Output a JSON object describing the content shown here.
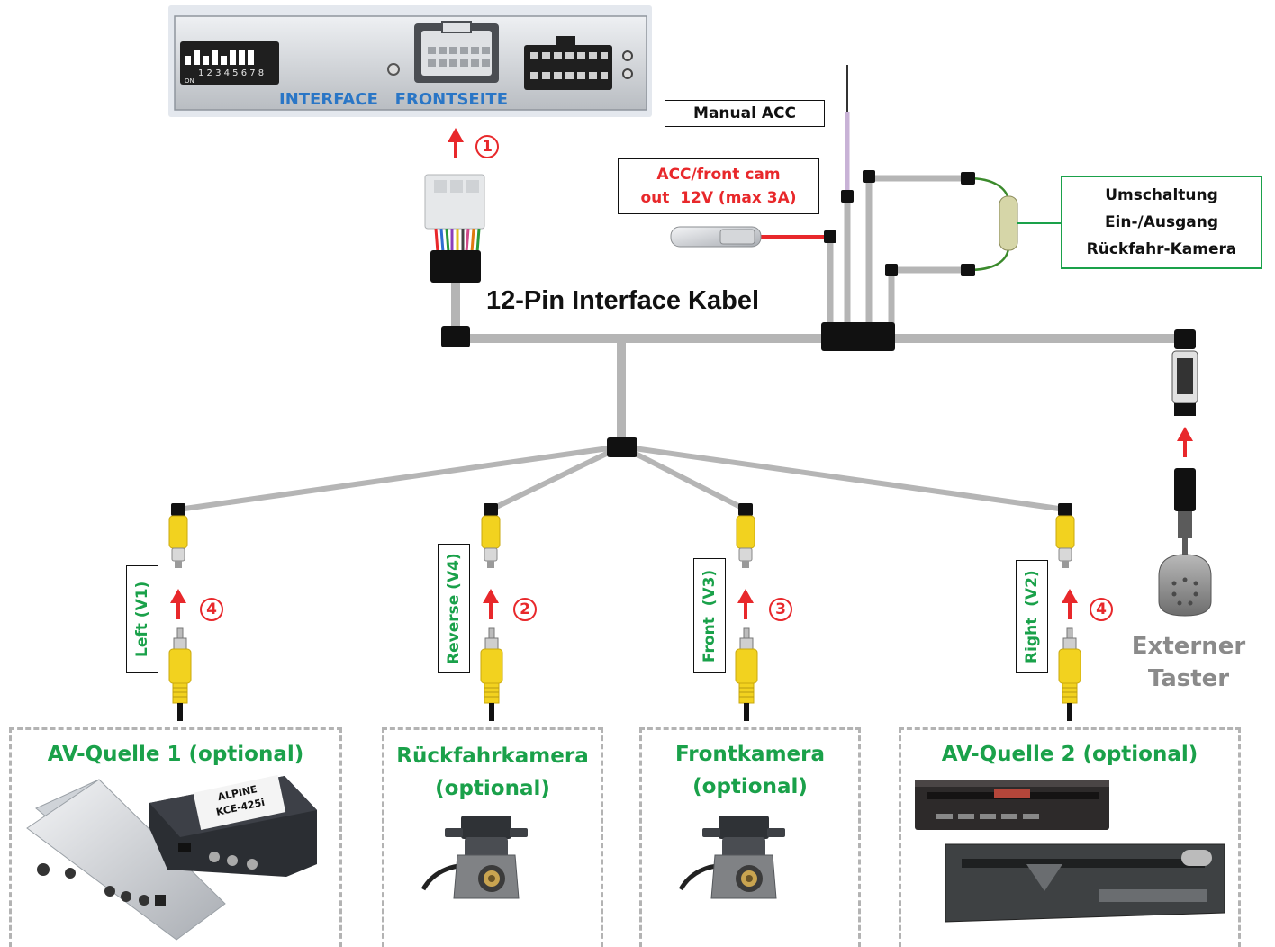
{
  "interface": {
    "label": "INTERFACE   FRONTSEITE",
    "dip_numbers": "1 2 3 4 5 6 7 8",
    "dip_on": "ON"
  },
  "cable_title": "12-Pin Interface Kabel",
  "manual_acc": "Manual ACC",
  "acc_front_cam": {
    "line1": "ACC/front cam",
    "line2": "out  12V (max 3A)"
  },
  "umschaltung": {
    "line1": "Umschaltung",
    "line2": "Ein-/Ausgang",
    "line3": "Rückfahr-Kamera"
  },
  "inputs": [
    {
      "label": "Left (V1)",
      "step": "4"
    },
    {
      "label": "Reverse (V4)",
      "step": "2"
    },
    {
      "label": "Front  (V3)",
      "step": "3"
    },
    {
      "label": "Right  (V2)",
      "step": "4"
    }
  ],
  "step_interface": "1",
  "externer_taster": {
    "line1": "Externer",
    "line2": "Taster"
  },
  "sources": [
    {
      "title1": "AV-Quelle 1 (optional)",
      "title2": "",
      "device_label": "KCE-425i",
      "device_brand": "ALPINE"
    },
    {
      "title1": "Rückfahrkamera",
      "title2": "(optional)"
    },
    {
      "title1": "Frontkamera",
      "title2": "(optional)"
    },
    {
      "title1": "AV-Quelle 2 (optional)",
      "title2": ""
    }
  ],
  "colors": {
    "cable": "#b5b5b5",
    "connector": "#111111",
    "rca_yellow": "#f2d21f",
    "accent_red": "#e8282b",
    "green": "#1aa14a",
    "acc_wire": "#c8b2d6"
  }
}
